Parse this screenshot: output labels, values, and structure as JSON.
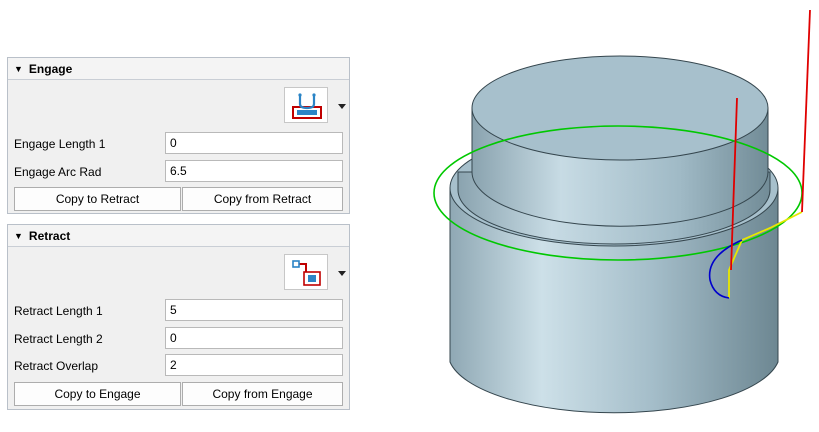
{
  "engage": {
    "header": "Engage",
    "icon": "engage-arc-icon",
    "fields": [
      {
        "label": "Engage Length 1",
        "value": "0"
      },
      {
        "label": "Engage Arc Rad",
        "value": "6.5"
      }
    ],
    "copy_to": "Copy to Retract",
    "copy_from": "Copy from Retract"
  },
  "retract": {
    "header": "Retract",
    "icon": "retract-step-icon",
    "fields": [
      {
        "label": "Retract Length 1",
        "value": "5"
      },
      {
        "label": "Retract Length 2",
        "value": "0"
      },
      {
        "label": "Retract Overlap",
        "value": "2"
      }
    ],
    "copy_to": "Copy to Engage",
    "copy_from": "Copy from Engage"
  },
  "colors": {
    "part_face": "#a7c0cc",
    "engage_path": "#00c800",
    "retract_path": "#e00000",
    "arc_path": "#0000cc",
    "lead_path": "#e8e800",
    "icon_accent": "#c00000",
    "icon_blue": "#2b84c6"
  }
}
